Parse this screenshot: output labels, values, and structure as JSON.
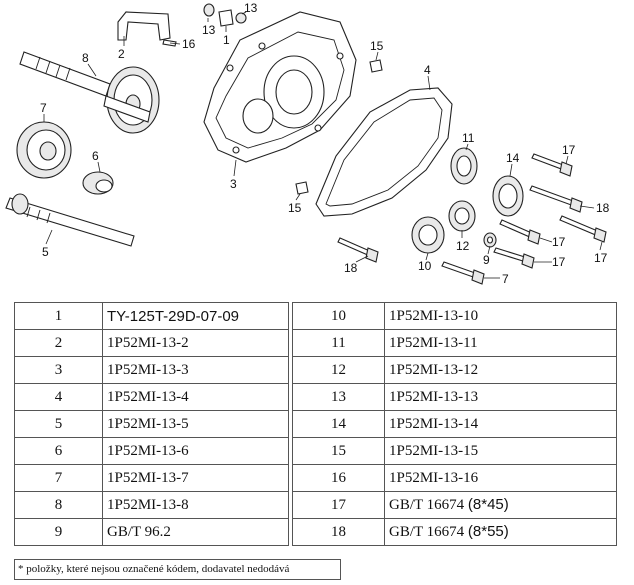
{
  "diagram": {
    "callouts": [
      "1",
      "2",
      "3",
      "4",
      "5",
      "6",
      "7",
      "8",
      "9",
      "10",
      "11",
      "12",
      "13",
      "13",
      "14",
      "15",
      "15",
      "16",
      "17",
      "17",
      "17",
      "17",
      "18",
      "18",
      "7"
    ]
  },
  "table": {
    "left": [
      {
        "num": "1",
        "code": "TY-125T-29D-07-09",
        "size": ""
      },
      {
        "num": "2",
        "code": "1P52MI-13-2",
        "size": ""
      },
      {
        "num": "3",
        "code": "1P52MI-13-3",
        "size": ""
      },
      {
        "num": "4",
        "code": "1P52MI-13-4",
        "size": ""
      },
      {
        "num": "5",
        "code": "1P52MI-13-5",
        "size": ""
      },
      {
        "num": "6",
        "code": "1P52MI-13-6",
        "size": ""
      },
      {
        "num": "7",
        "code": "1P52MI-13-7",
        "size": ""
      },
      {
        "num": "8",
        "code": "1P52MI-13-8",
        "size": ""
      },
      {
        "num": "9",
        "code": "GB/T 96.2",
        "size": ""
      }
    ],
    "right": [
      {
        "num": "10",
        "code": "1P52MI-13-10",
        "size": ""
      },
      {
        "num": "11",
        "code": "1P52MI-13-11",
        "size": ""
      },
      {
        "num": "12",
        "code": "1P52MI-13-12",
        "size": ""
      },
      {
        "num": "13",
        "code": "1P52MI-13-13",
        "size": ""
      },
      {
        "num": "14",
        "code": "1P52MI-13-14",
        "size": ""
      },
      {
        "num": "15",
        "code": "1P52MI-13-15",
        "size": ""
      },
      {
        "num": "16",
        "code": "1P52MI-13-16",
        "size": ""
      },
      {
        "num": "17",
        "code": "GB/T 16674",
        "size": "(8*45)"
      },
      {
        "num": "18",
        "code": "GB/T 16674",
        "size": "(8*55)"
      }
    ]
  },
  "footnote": "* položky, které nejsou označené kódem, dodavatel nedodává"
}
